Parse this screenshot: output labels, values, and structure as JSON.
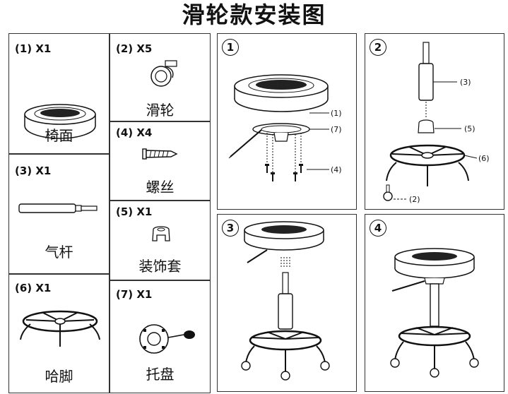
{
  "title": "滑轮款安装图",
  "parts": [
    {
      "code": "(1) X1",
      "name": "椅面"
    },
    {
      "code": "(2) X5",
      "name": "滑轮"
    },
    {
      "code": "(3) X1",
      "name": "气杆"
    },
    {
      "code": "(4) X4",
      "name": "螺丝"
    },
    {
      "code": "(5) X1",
      "name": "装饰套"
    },
    {
      "code": "(6) X1",
      "name": "哈脚"
    },
    {
      "code": "(7) X1",
      "name": "托盘"
    }
  ],
  "steps": [
    {
      "num": "1",
      "labels": [
        "(1)",
        "(7)",
        "(4)"
      ]
    },
    {
      "num": "2",
      "labels": [
        "(3)",
        "(5)",
        "(6)",
        "(2)"
      ]
    },
    {
      "num": "3"
    },
    {
      "num": "4"
    }
  ]
}
